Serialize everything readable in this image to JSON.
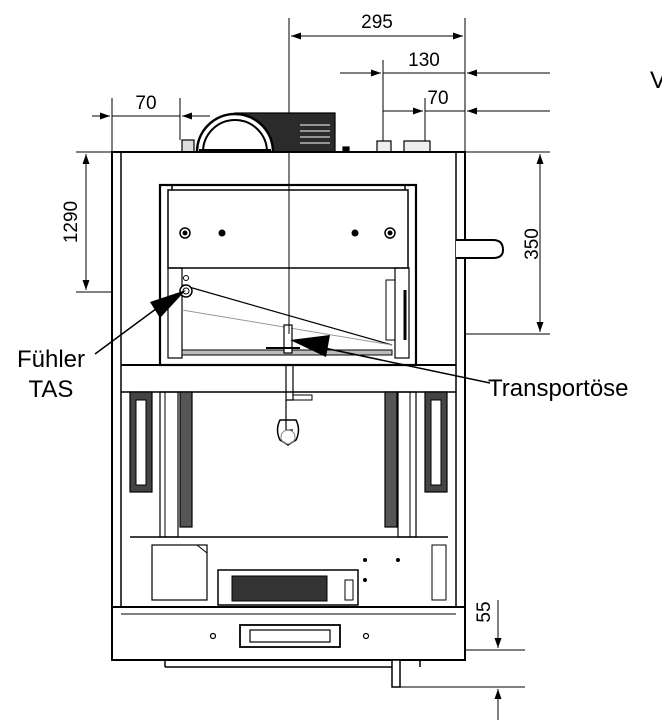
{
  "dimensions": {
    "d295": "295",
    "d130": "130",
    "d70_right": "70",
    "d70_left": "70",
    "d1290": "1290",
    "d350": "350",
    "d55": "55"
  },
  "labels": {
    "sensor_line1": "Fühler",
    "sensor_line2": "TAS",
    "transport_eye": "Transportöse",
    "clipped_letter": "V"
  }
}
